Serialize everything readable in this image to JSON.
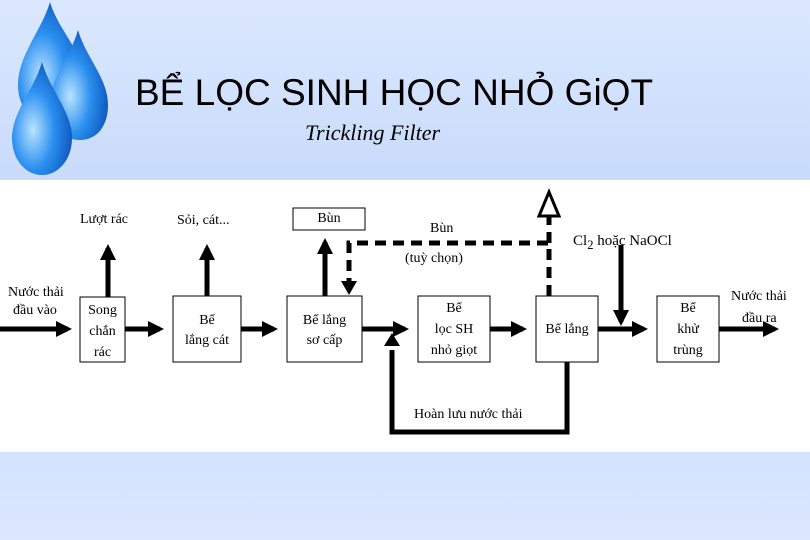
{
  "title": "BỂ LỌC SINH HỌC NHỎ GiỌT",
  "subtitle": "Trickling Filter",
  "icons": [
    "water-drop-icon"
  ],
  "colors": {
    "header_bg": "#c9dbfb",
    "drop_blue": "#1f7fe0",
    "line": "#000000"
  },
  "diagram": {
    "input_label_1": "Nước thải",
    "input_label_2": "đầu vào",
    "output_label_1": "Nước thải",
    "output_label_2": "đầu ra",
    "screen_out": "Lượt rác",
    "grit_out": "Sỏi, cát...",
    "sludge_box": "Bùn",
    "sludge_optional_1": "Bùn",
    "sludge_optional_2": "(tuỳ chọn)",
    "chlorine_prefix": "Cl",
    "chlorine_sub": "2",
    "chlorine_suffix": "hoặc NaOCl",
    "recycle": "Hoàn lưu nước thải",
    "nodes": {
      "screen": [
        "Song",
        "chắn",
        "rác"
      ],
      "grit": [
        "Bể",
        "lắng cát"
      ],
      "primary": [
        "Bể lắng",
        "sơ cấp"
      ],
      "filter": [
        "Bể",
        "lọc SH",
        "nhỏ giọt"
      ],
      "secondary": [
        "Bể lắng"
      ],
      "disinfect": [
        "Bể",
        "khử",
        "trùng"
      ]
    }
  }
}
